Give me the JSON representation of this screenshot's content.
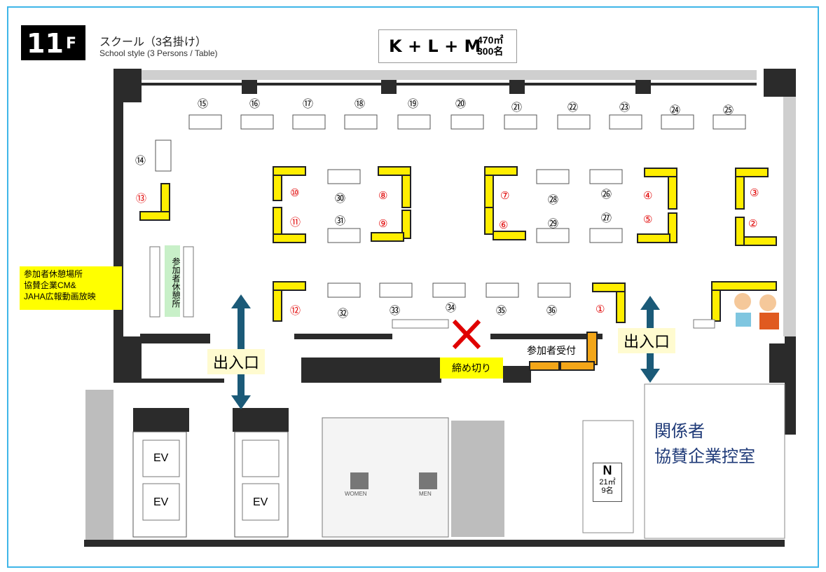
{
  "header": {
    "floor_number": "11",
    "floor_suffix": "F",
    "layout_jp": "スクール（3名掛け）",
    "layout_en": "School style (3 Persons / Table)",
    "rooms": "K + L + M",
    "area": "470㎡",
    "capacity": "300名"
  },
  "labels": {
    "rest_area_note": [
      "参加者休憩場所",
      "協賛企業CM&",
      "JAHA広報動画放映"
    ],
    "rest_area_vertical": "参加者休憩所",
    "entrance": "出入口",
    "cutoff": "締め切り",
    "reception": "参加者受付",
    "staff_room": [
      "関係者",
      "協賛企業控室"
    ],
    "ev": "EV",
    "women": "WOMEN",
    "men": "MEN",
    "room_n": "N",
    "room_n_area": "21㎡",
    "room_n_cap": "9名"
  },
  "tables": {
    "black": [
      "⑮",
      "⑯",
      "⑰",
      "⑱",
      "⑲",
      "⑳",
      "㉑",
      "㉒",
      "㉓",
      "㉔",
      "㉕",
      "⑭",
      "㉚",
      "㉛",
      "㉘",
      "㉙",
      "㉖",
      "㉗",
      "㉜",
      "㉝",
      "㉞",
      "㉟",
      "㊱"
    ],
    "red": [
      "⑬",
      "⑩",
      "⑪",
      "⑧",
      "⑨",
      "⑦",
      "⑥",
      "④",
      "⑤",
      "③",
      "②",
      "⑫",
      "①"
    ]
  },
  "colors": {
    "frame": "#3fb6e8",
    "wall": "#2b2b2b",
    "booth": "#ffee00",
    "arrow": "#1b5a78",
    "staff_text": "#1f3a78",
    "cutoff_x": "#e00000"
  }
}
